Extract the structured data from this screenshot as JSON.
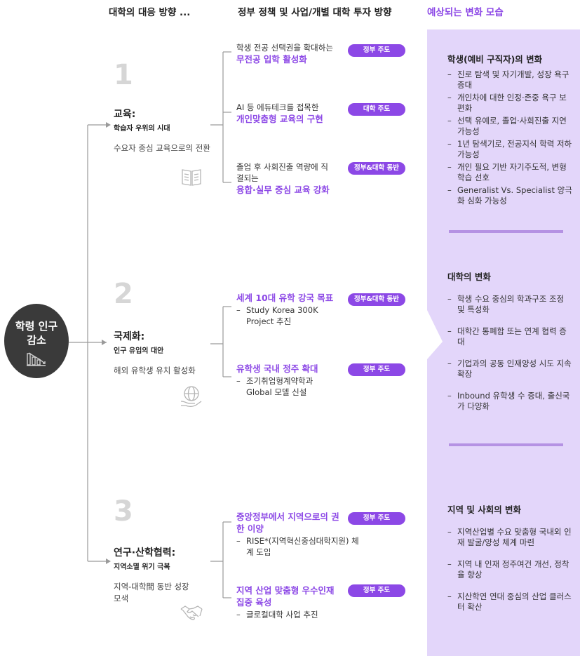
{
  "headers": {
    "col1": "대학의 대응 방향 ...",
    "col2": "정부 정책 및 사업/개별 대학 투자 방향",
    "col3": "예상되는 변화 모습"
  },
  "root": {
    "line1": "학령 인구",
    "line2": "감소",
    "icon": "declining-bar-chart-icon"
  },
  "sections": [
    {
      "number": "1",
      "title": "교육:",
      "subtitle": "학습자 우위의 시대",
      "desc": "수요자 중심 교육으로의 전환",
      "icon": "open-book-icon",
      "items": [
        {
          "lead": "학생 전공 선택권을 확대하는",
          "highlight": "무전공 입학 활성화",
          "badge": "정부 주도",
          "bullets": []
        },
        {
          "lead": "AI 등 에듀테크를 접목한",
          "highlight": "개인맞춤형 교육의 구현",
          "badge": "대학 주도",
          "bullets": []
        },
        {
          "lead": "졸업 후 사회진출 역량에 직결되는",
          "highlight": "융합·실무 중심 교육 강화",
          "badge": "정부&대학 동반",
          "bullets": []
        }
      ]
    },
    {
      "number": "2",
      "title": "국제화:",
      "subtitle": "인구 유입의 대안",
      "desc": "해외 유학생 유치 활성화",
      "icon": "globe-hand-icon",
      "items": [
        {
          "highlight": "세계 10대 유학 강국 목표",
          "badge": "정부&대학 동반",
          "bullets": [
            "Study Korea 300K Project 추진"
          ]
        },
        {
          "highlight": "유학생 국내 정주 확대",
          "badge": "정부 주도",
          "bullets": [
            "조기취업형계약학과 Global 모델 신설"
          ]
        }
      ]
    },
    {
      "number": "3",
      "title": "연구·산학협력:",
      "subtitle": "지역소멸 위기 극복",
      "desc": "지역-대학間 동반 성장 모색",
      "icon": "handshake-icon",
      "items": [
        {
          "highlight": "중앙정부에서 지역으로의 권한 이양",
          "badge": "정부 주도",
          "bullets": [
            "RISE*(지역혁신중심대학지원) 체계 도입"
          ]
        },
        {
          "highlight": "지역 산업 맞춤형 우수인재 집중 육성",
          "badge": "정부 주도",
          "bullets": [
            "글로컬대학 사업 추진"
          ]
        }
      ]
    }
  ],
  "changes": [
    {
      "title": "학생(예비 구직자)의 변화",
      "items": [
        "진로 탐색 및 자기개발, 성장 욕구 증대",
        "개인차에 대한 인정·존중 욕구 보편화",
        "선택 유예로, 졸업·사회진출 지연 가능성",
        "1년 탐색기로, 전공지식 학력 저하 가능성",
        "개인 필요 기반 자기주도적, 변형 학습 선호",
        "Generalist Vs. Specialist 양극화 심화 가능성"
      ]
    },
    {
      "title": "대학의 변화",
      "items": [
        "학생 수요 중심의 학과구조 조정 및 특성화",
        "대학간 통폐합 또는 연계 협력 증대",
        "기업과의 공동 인재양성 시도 지속 확장",
        "Inbound 유학생 수 증대, 출신국가 다양화"
      ]
    },
    {
      "title": "지역 및 사회의 변화",
      "items": [
        "지역산업별 수요 맞춤형 국내외 인재 발굴/양성 체계 마련",
        "지역 내 인재 정주여건 개선, 정착율 향상",
        "지산학연 연대 중심의 산업 클러스터 확산"
      ]
    }
  ],
  "colors": {
    "accent": "#8c48e6",
    "panel": "#e3d6fa",
    "separator": "#b592e3",
    "root": "#3a3a3a",
    "number": "#d6d6d6"
  }
}
